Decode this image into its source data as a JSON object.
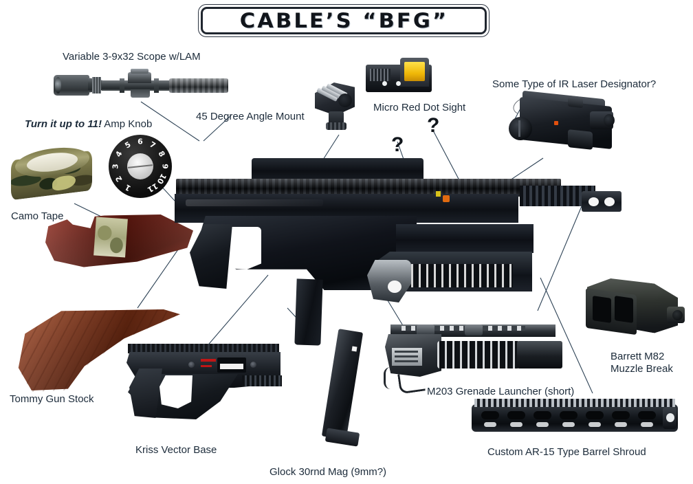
{
  "title": {
    "text": "CABLE’S “BFG”"
  },
  "labels": {
    "scope": "Variable 3-9x32 Scope w/LAM",
    "amp_knob_italic": "Turn it up to 11!",
    "amp_knob_rest": " Amp Knob",
    "camo_tape": "Camo Tape",
    "mount45": "45 Degree Angle Mount",
    "red_dot": "Micro Red Dot Sight",
    "ir_laser": "Some Type of IR Laser Designator?",
    "tommy_stock": "Tommy Gun Stock",
    "kriss_base": "Kriss Vector Base",
    "glock_mag": "Glock 30rnd Mag (9mm?)",
    "m203": "M203 Grenade Launcher (short)",
    "barrett_line1": "Barrett M82",
    "barrett_line2": "Muzzle Break",
    "shroud": "Custom AR-15 Type Barrel Shroud",
    "unknown_1": "?",
    "unknown_2": "?"
  },
  "knob": {
    "numbers": [
      "1",
      "2",
      "3",
      "4",
      "5",
      "6",
      "7",
      "8",
      "9",
      "10",
      "11"
    ]
  },
  "colors": {
    "text": "#1c2b3a",
    "leader_line": "#2e4356",
    "background": "#ffffff",
    "red_dot_lens": "#f0b808",
    "wood_stock": "#8b3617",
    "camo_green": "#2d3a22"
  }
}
